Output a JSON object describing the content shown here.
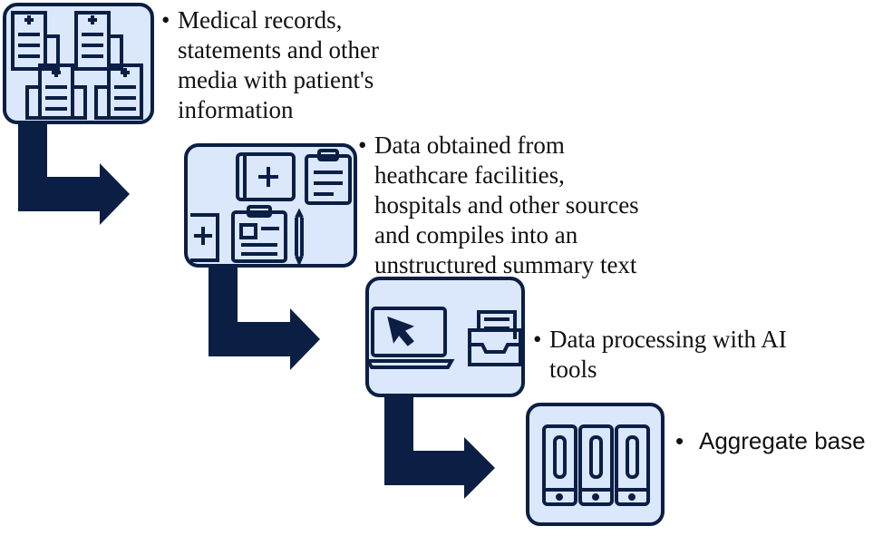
{
  "colors": {
    "arrow": "#0b1f45",
    "box_fill": "#dbe8fb",
    "box_border": "#0b1f45",
    "icon": "#0b1f45"
  },
  "steps": [
    {
      "icon": "hospital-buildings-icon",
      "bullet": "•",
      "lines": [
        "Medical records,",
        "statements and other",
        "media with patient's",
        "information"
      ]
    },
    {
      "icon": "medical-documents-icon",
      "bullet": "•",
      "lines": [
        "Data obtained from",
        "heathcare facilities,",
        "hospitals and other sources",
        "and compiles  into an",
        "unstructured summary text"
      ]
    },
    {
      "icon": "laptop-processing-icon",
      "bullet": "•",
      "lines": [
        "Data processing with AI",
        "tools"
      ]
    },
    {
      "icon": "server-storage-icon",
      "bullet": "•",
      "lines": [
        "Aggregate base"
      ]
    }
  ]
}
